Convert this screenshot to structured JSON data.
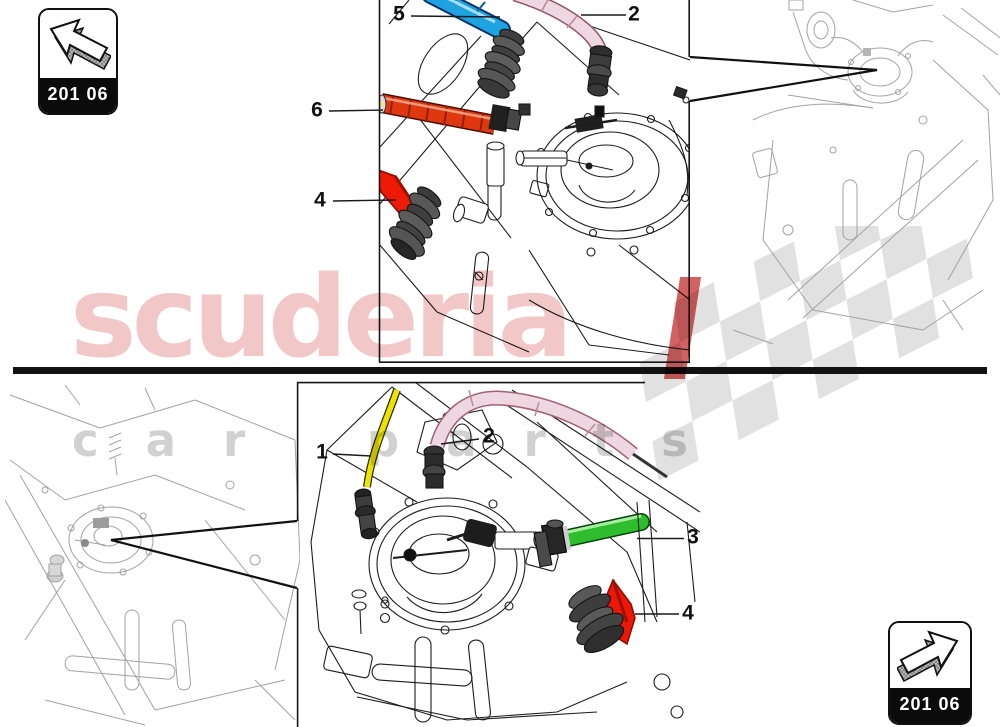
{
  "watermark": {
    "brand": "scuderia",
    "tagline": "car parts",
    "brand_color": "#f0bdbd",
    "accent_bar_color": "#c62b2b",
    "tagline_color": "#c6c6c6",
    "flag_color": "#cacaca"
  },
  "badges": {
    "top_left": {
      "code": "201 06",
      "icon": "3d-arrow-up-left"
    },
    "bottom_right": {
      "code": "201 06",
      "icon": "3d-arrow-up-right"
    }
  },
  "diagrams": {
    "top_detail": {
      "callouts": [
        {
          "n": "5",
          "hose_color": "#1fa3e0"
        },
        {
          "n": "2",
          "hose_color": "#eed7e1"
        },
        {
          "n": "6",
          "hose_color": "#e0380e"
        },
        {
          "n": "4",
          "hose_color": "#ee1a06"
        }
      ]
    },
    "bottom_detail": {
      "callouts": [
        {
          "n": "1",
          "hose_color": "#ece400"
        },
        {
          "n": "2",
          "hose_color": "#eed7e1"
        },
        {
          "n": "3",
          "hose_color": "#2dbd2d"
        },
        {
          "n": "4",
          "hose_color": "#ee1605"
        }
      ]
    }
  }
}
